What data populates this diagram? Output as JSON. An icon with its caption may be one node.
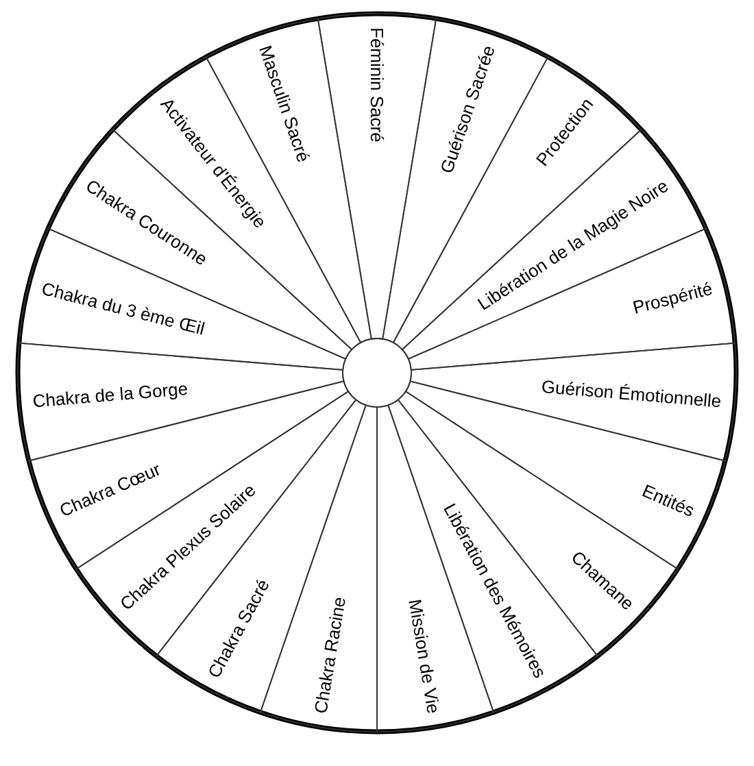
{
  "diagram": {
    "nodes": [
      {
        "text": [
          "Féminin Sacré"
        ]
      },
      {
        "text": [
          "Guérison Sacrée"
        ]
      },
      {
        "text": [
          "Protection"
        ]
      },
      {
        "text": [
          "Libération de la Magie Noire"
        ]
      },
      {
        "text": [
          "Prospérité"
        ]
      },
      {
        "text": [
          "Guérison Émotionnelle"
        ]
      },
      {
        "text": [
          "Entités"
        ]
      },
      {
        "text": [
          "Chamane"
        ]
      },
      {
        "text": [
          "Libération des Mémoires"
        ]
      },
      {
        "text": [
          "Mission de Vie"
        ]
      },
      {
        "text": [
          "Chakra Racine"
        ]
      },
      {
        "text": [
          "Chakra Sacré"
        ]
      },
      {
        "text": [
          "Chakra Plexus Solaire"
        ]
      },
      {
        "text": [
          "Chakra Cœur"
        ]
      },
      {
        "text": [
          "Chakra de la Gorge"
        ]
      },
      {
        "text": [
          "Chakra du 3 ème Œil"
        ]
      },
      {
        "text": [
          "Chakra Couronne"
        ]
      },
      {
        "text": [
          "Activateur d'Énergie"
        ]
      },
      {
        "text": [
          "Masculin Sacré"
        ]
      }
    ]
  }
}
